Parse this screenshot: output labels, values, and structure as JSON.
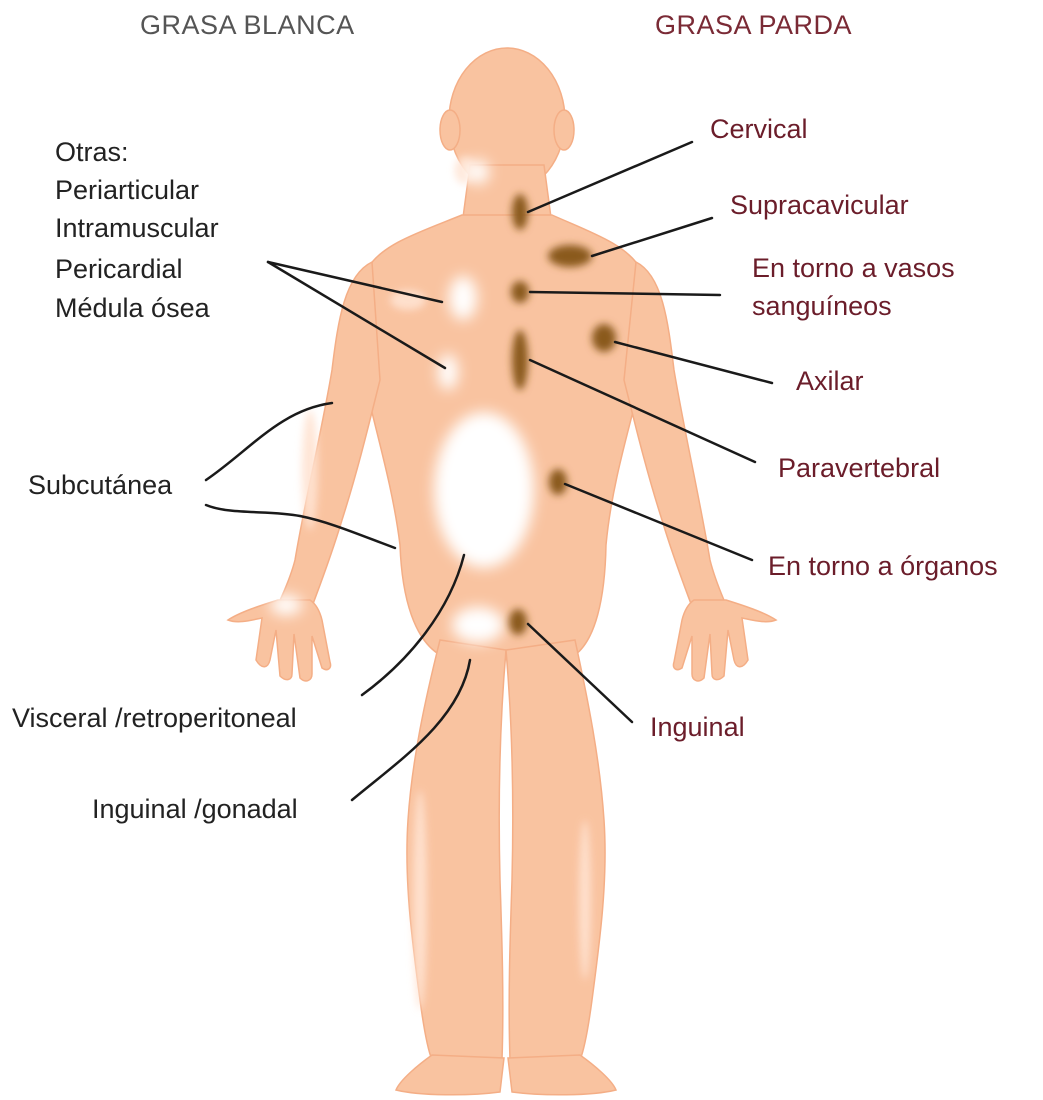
{
  "headers": {
    "white_fat": "GRASA BLANCA",
    "brown_fat": "GRASA PARDA"
  },
  "white_fat_labels": {
    "otras_heading": "Otras:",
    "otras_items": [
      "Periarticular",
      "Intramuscular",
      "Pericardial",
      "Médula ósea"
    ],
    "subcutanea": "Subcutánea",
    "visceral": "Visceral /retroperitoneal",
    "inguinal_gonadal": "Inguinal /gonadal"
  },
  "brown_fat_labels": {
    "cervical": "Cervical",
    "supraclavicular": "Supracavicular",
    "vasos_line1": "En torno a vasos",
    "vasos_line2": "sanguíneos",
    "axilar": "Axilar",
    "paravertebral": "Paravertebral",
    "organos": "En torno a órganos",
    "inguinal": "Inguinal"
  },
  "colors": {
    "skin": "#f9c3a0",
    "skin_highlight": "#ffe3d2",
    "white_fat": "#ffffff",
    "brown_fat": "#8a5a1c",
    "white_label_text": "#222222",
    "brown_label_text": "#6b1d2a",
    "header_white": "#555555",
    "header_brown": "#7a2a35",
    "leader_line": "#1a1a1a"
  }
}
